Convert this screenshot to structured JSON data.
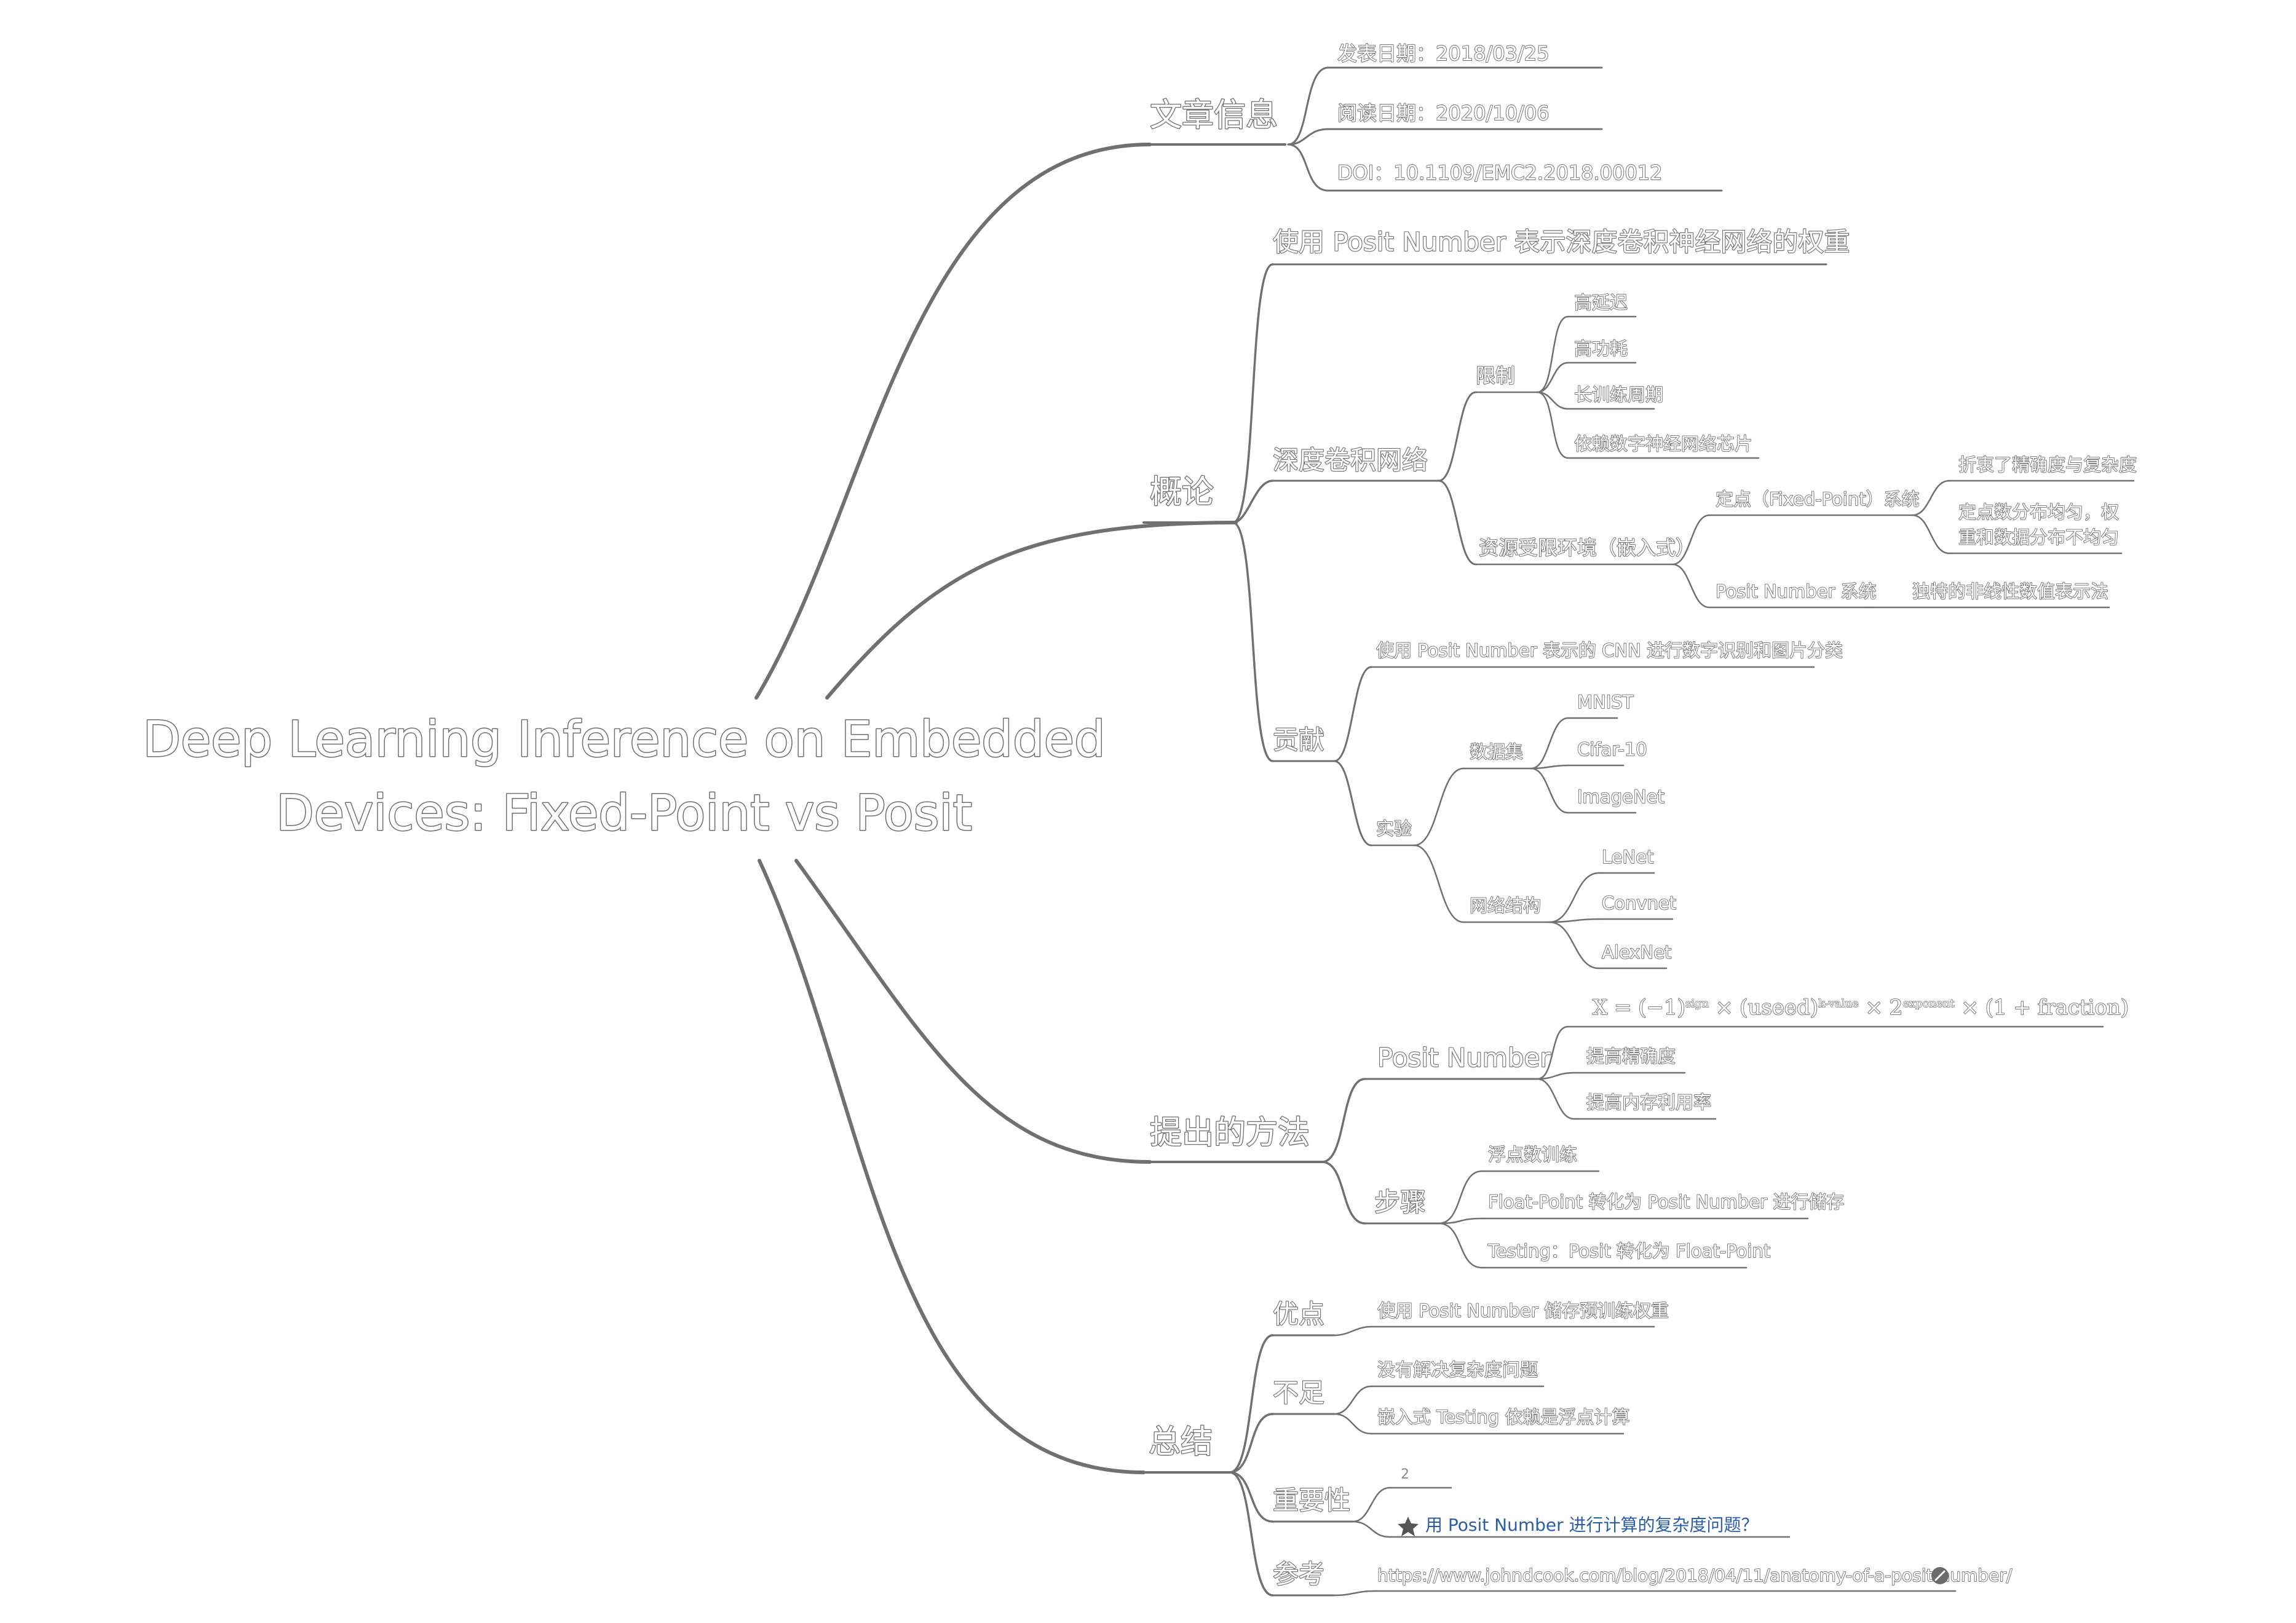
{
  "root": {
    "line1": "Deep Learning Inference on Embedded",
    "line2": "Devices: Fixed-Point vs Posit"
  },
  "info": {
    "label": "文章信息",
    "published": "发表日期：2018/03/25",
    "read": "阅读日期：2020/10/06",
    "doi": "DOI：10.1109/EMC2.2018.00012"
  },
  "concept": {
    "label": "概论",
    "posit_weights": "使用 Posit Number 表示深度卷积神经网络的权重",
    "dcnn": {
      "label": "深度卷积网络",
      "limits": {
        "label": "限制",
        "items": [
          "高延迟",
          "高功耗",
          "长训练周期",
          "依赖数字神经网络芯片"
        ]
      },
      "constrained": {
        "label": "资源受限环境（嵌入式）",
        "fixed": {
          "label": "定点（Fixed-Point）系统",
          "note1": "折衷了精确度与复杂度",
          "note2a": "定点数分布均匀，权",
          "note2b": "重和数据分布不均匀"
        },
        "posit": {
          "label": "Posit Number 系统",
          "note": "独特的非线性数值表示法"
        }
      }
    },
    "contribution": {
      "label": "贡献",
      "summary": "使用 Posit Number 表示的 CNN 进行数字识别和图片分类",
      "experiment": {
        "label": "实验",
        "datasets": {
          "label": "数据集",
          "items": [
            "MNIST",
            "Cifar-10",
            "ImageNet"
          ]
        },
        "networks": {
          "label": "网络结构",
          "items": [
            "LeNet",
            "Convnet",
            "AlexNet"
          ]
        }
      }
    }
  },
  "method": {
    "label": "提出的方法",
    "posit": {
      "label": "Posit Number",
      "formula": {
        "lhs": "X = (−1)",
        "sign": "sign",
        "times1": " × (useed)",
        "k": "k-value",
        "times2": " × 2",
        "exp": "exponent",
        "tail": " × (1 + fraction)"
      },
      "items": [
        "提高精确度",
        "提高内存利用率"
      ]
    },
    "steps": {
      "label": "步骤",
      "items": [
        "浮点数训练",
        "Float-Point 转化为 Posit Number 进行储存",
        "Testing：Posit 转化为 Float-Point"
      ]
    }
  },
  "summary": {
    "label": "总结",
    "pros": {
      "label": "优点",
      "item": "使用 Posit Number 储存预训练权重"
    },
    "cons": {
      "label": "不足",
      "items": [
        "没有解决复杂度问题",
        "嵌入式 Testing 依赖是浮点计算"
      ]
    },
    "importance": {
      "label": "重要性",
      "score": "2",
      "question": "用 Posit Number 进行计算的复杂度问题？"
    },
    "reference": {
      "label": "参考",
      "url": "https://www.johndcook.com/blog/2018/04/11/anatomy-of-a-posit-number/"
    }
  },
  "colors": {
    "branch": "#707070",
    "text_outline": "#6e6e6e",
    "question_text": "#2a5ea8",
    "background": "#ffffff"
  }
}
